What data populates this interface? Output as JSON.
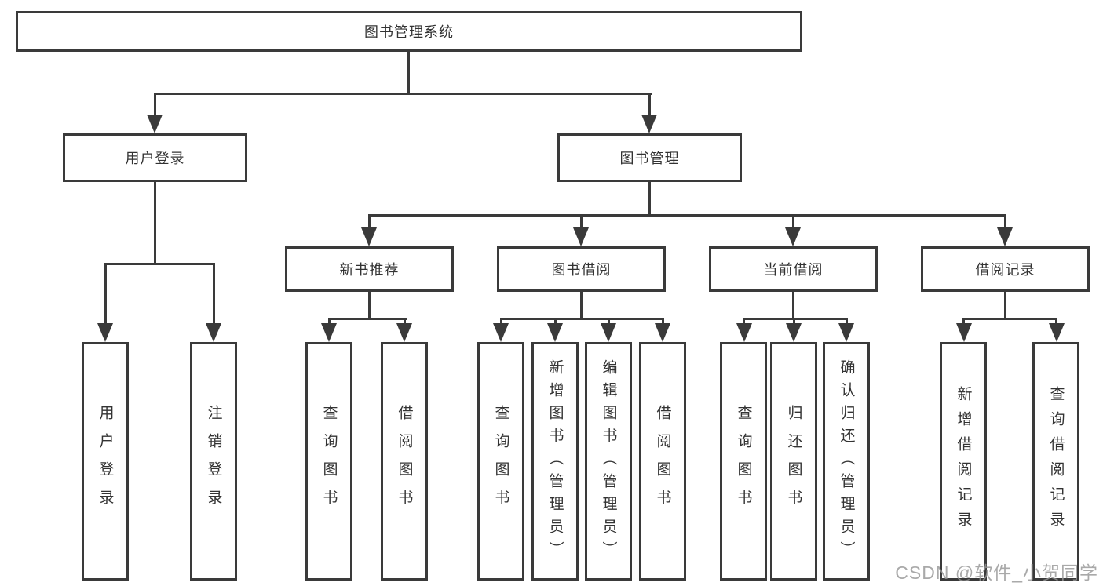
{
  "title": "图书管理系统",
  "watermark": "CSDN @软件_小贺同学",
  "colors": {
    "line": "#3a3a3a",
    "text": "#333333",
    "box_background": "#ffffff",
    "watermark": "#969696"
  },
  "nodes": {
    "root": {
      "label": "图书管理系统"
    },
    "user_login": {
      "label": "用户登录"
    },
    "book_mgmt": {
      "label": "图书管理"
    },
    "new_rec": {
      "label": "新书推荐"
    },
    "book_borrow": {
      "label": "图书借阅"
    },
    "current_borrow": {
      "label": "当前借阅"
    },
    "borrow_record": {
      "label": "借阅记录"
    },
    "leaf_user_login": {
      "label": "用户登录"
    },
    "leaf_logout": {
      "label": "注销登录"
    },
    "leaf_query_book_1": {
      "label": "查询图书"
    },
    "leaf_borrow_book_1": {
      "label": "借阅图书"
    },
    "leaf_query_book_2": {
      "label": "查询图书"
    },
    "leaf_add_book": {
      "label": "新增图书（管理员）"
    },
    "leaf_edit_book": {
      "label": "编辑图书（管理员）"
    },
    "leaf_borrow_book_2": {
      "label": "借阅图书"
    },
    "leaf_query_book_3": {
      "label": "查询图书"
    },
    "leaf_return_book": {
      "label": "归还图书"
    },
    "leaf_confirm_return": {
      "label": "确认归还（管理员）"
    },
    "leaf_add_record": {
      "label": "新增借阅记录"
    },
    "leaf_query_record": {
      "label": "查询借阅记录"
    }
  },
  "hierarchy": {
    "root": [
      "user_login",
      "book_mgmt"
    ],
    "user_login": [
      "leaf_user_login",
      "leaf_logout"
    ],
    "book_mgmt": [
      "new_rec",
      "book_borrow",
      "current_borrow",
      "borrow_record"
    ],
    "new_rec": [
      "leaf_query_book_1",
      "leaf_borrow_book_1"
    ],
    "book_borrow": [
      "leaf_query_book_2",
      "leaf_add_book",
      "leaf_edit_book",
      "leaf_borrow_book_2"
    ],
    "current_borrow": [
      "leaf_query_book_3",
      "leaf_return_book",
      "leaf_confirm_return"
    ],
    "borrow_record": [
      "leaf_add_record",
      "leaf_query_record"
    ]
  }
}
